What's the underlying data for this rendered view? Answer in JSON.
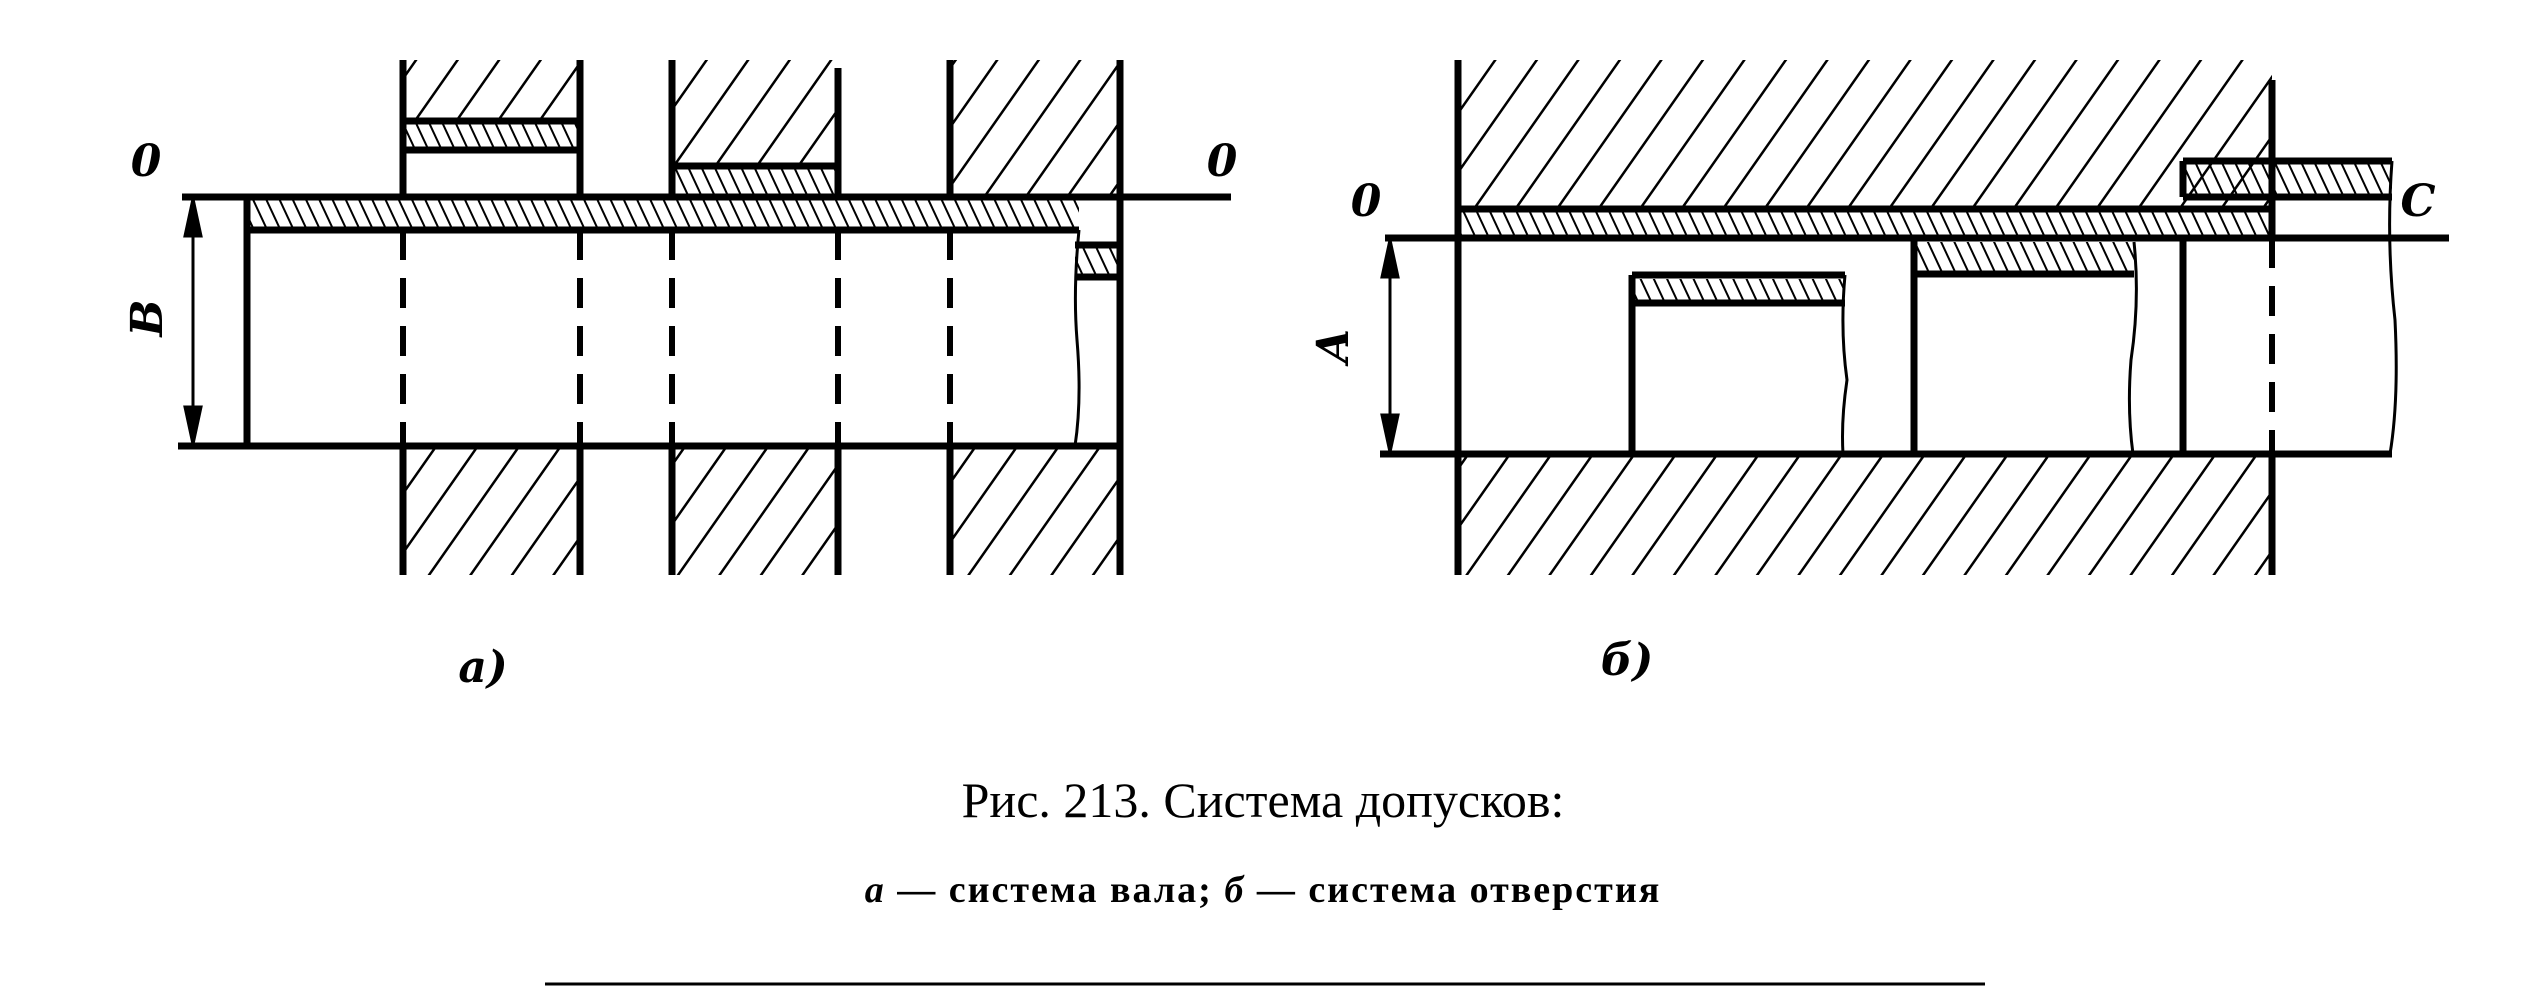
{
  "figure": {
    "panel_a": {
      "zero_left": "0",
      "zero_right": "0",
      "dimension": "В",
      "label": "а)"
    },
    "panel_b": {
      "zero_left": "0",
      "c_label": "С",
      "dimension": "А",
      "label": "б)"
    },
    "caption": {
      "title": "Рис. 213. Система допусков:",
      "sub_a_letter": "а",
      "sub_a_text": " — система вала; ",
      "sub_b_letter": "б",
      "sub_b_text": " — система отверстия"
    }
  }
}
